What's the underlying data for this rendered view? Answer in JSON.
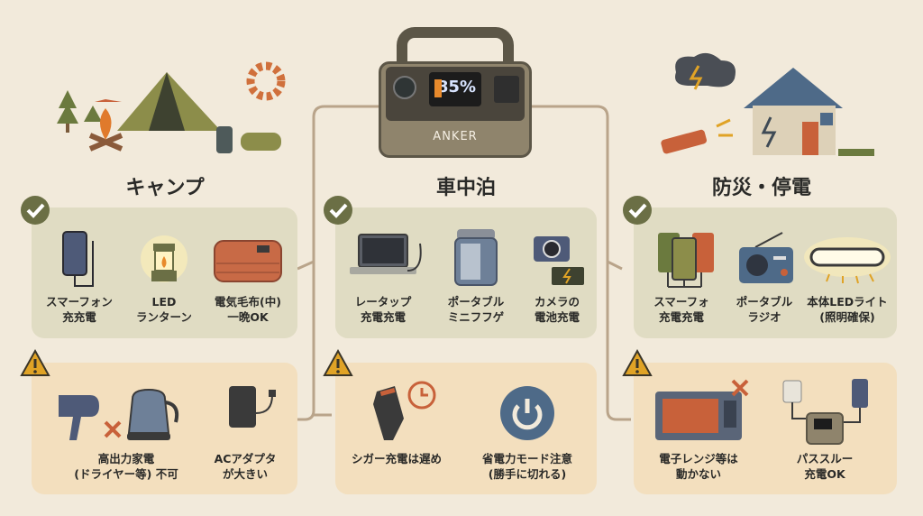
{
  "device": {
    "brand": "ANKER",
    "battery": "85%"
  },
  "columns": [
    {
      "title": "キャンプ",
      "ok": [
        {
          "l1": "スマーフォン",
          "l2": "充充電"
        },
        {
          "l1": "LED",
          "l2": "ランターン"
        },
        {
          "l1": "電気毛布(中)",
          "l2": "一晩OK"
        }
      ],
      "ng": [
        {
          "l1": "高出力家電",
          "l2": "(ドライヤー等) 不可"
        },
        {
          "l1": "ACアダプタ",
          "l2": "が大きい"
        }
      ]
    },
    {
      "title": "車中泊",
      "ok": [
        {
          "l1": "レータップ",
          "l2": "充電充電"
        },
        {
          "l1": "ポータブル",
          "l2": "ミニフフゲ"
        },
        {
          "l1": "カメラの",
          "l2": "電池充電"
        }
      ],
      "ng": [
        {
          "l1": "シガー充電は遅め",
          "l2": ""
        },
        {
          "l1": "省電力モード注意",
          "l2": "(勝手に切れる)"
        }
      ]
    },
    {
      "title": "防災・停電",
      "ok": [
        {
          "l1": "スマーフォ",
          "l2": "充電充電"
        },
        {
          "l1": "ポータブル",
          "l2": "ラジオ"
        },
        {
          "l1": "本体LEDライト",
          "l2": "(照明確保)"
        }
      ],
      "ng": [
        {
          "l1": "電子レンジ等は",
          "l2": "動かない"
        },
        {
          "l1": "パススルー",
          "l2": "充電OK"
        }
      ]
    }
  ],
  "colors": {
    "ok_panel": "#e0dcc3",
    "ng_panel": "#f3dfbe",
    "check": "#6b6f45",
    "warn": "#e0a326",
    "accent": "#c8613a"
  }
}
